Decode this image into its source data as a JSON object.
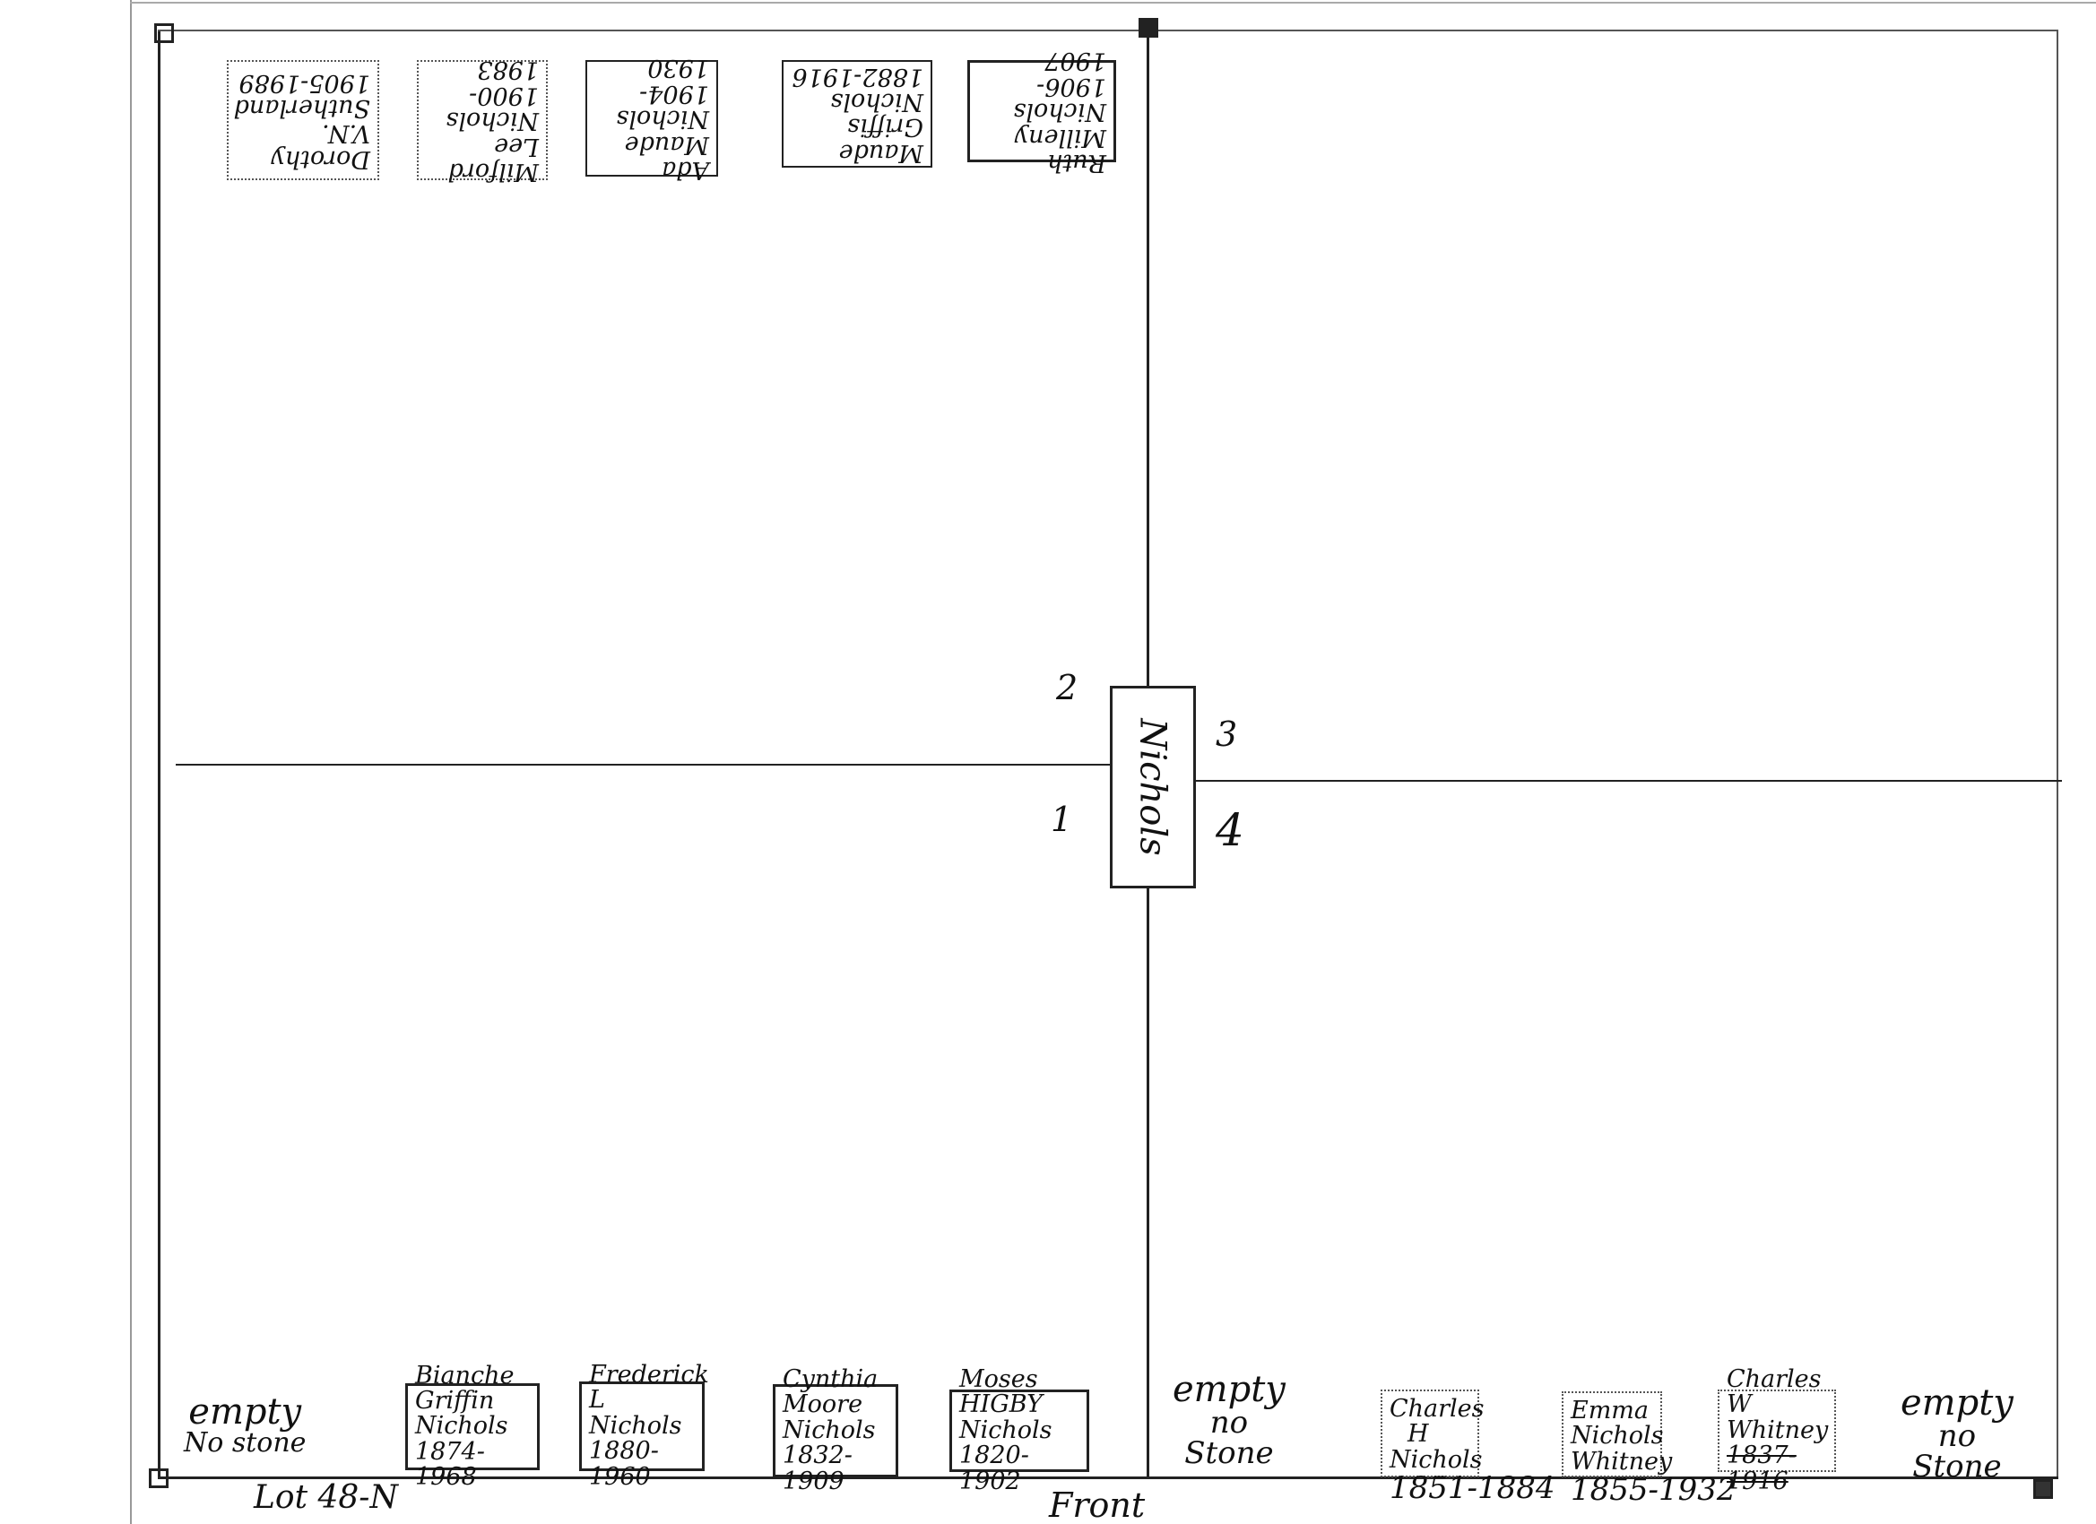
{
  "family_marker": "Nichols",
  "quadrant_numbers": [
    "2",
    "3",
    "1",
    "4"
  ],
  "lot_label": "Lot 48-N",
  "front_label": "Front",
  "top_row": [
    {
      "lines": [
        "Dorothy",
        "V.N.",
        "Sutherland",
        "1905-1989"
      ]
    },
    {
      "lines": [
        "Milford",
        "Lee",
        "Nichols",
        "1900-1983"
      ]
    },
    {
      "lines": [
        "Ada Maude",
        "Nichols",
        "1904-1930"
      ]
    },
    {
      "lines": [
        "Maude Griffis",
        "Nichols",
        "1882-1916"
      ]
    },
    {
      "lines": [
        "Ruth",
        "Milleny",
        "Nichols",
        "1906-1907"
      ]
    }
  ],
  "bottom_left": {
    "empty": [
      "empty",
      "No stone"
    ],
    "stones": [
      {
        "lines": [
          "Bianche",
          "Griffin",
          "Nichols",
          "1874-1968"
        ]
      },
      {
        "lines": [
          "Frederick",
          "L",
          "Nichols",
          "1880-1960"
        ]
      },
      {
        "lines": [
          "Cynthia",
          "Moore",
          "Nichols",
          "1832-1909"
        ]
      },
      {
        "lines": [
          "Moses",
          "HIGBY",
          "Nichols",
          "1820-1902"
        ]
      }
    ]
  },
  "bottom_right": {
    "empty_1": [
      "empty",
      "no",
      "Stone"
    ],
    "stones": [
      {
        "lines": [
          "Charles",
          "H",
          "Nichols",
          "1851-1884"
        ]
      },
      {
        "lines": [
          "Emma",
          "Nichols",
          "Whitney",
          "1855-1932"
        ]
      },
      {
        "lines": [
          "Charles",
          "W",
          "Whitney",
          "1837-1916"
        ]
      }
    ],
    "empty_2": [
      "empty",
      "no",
      "Stone"
    ]
  }
}
